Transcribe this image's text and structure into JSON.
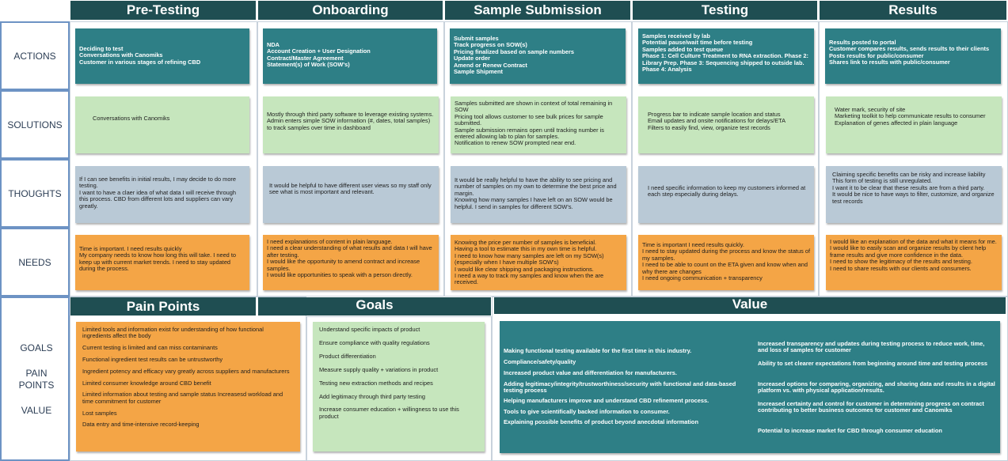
{
  "columns": [
    "Pre-Testing",
    "Onboarding",
    "Sample Submission",
    "Testing",
    "Results"
  ],
  "rows": [
    "ACTIONS",
    "SOLUTIONS",
    "THOUGHTS",
    "NEEDS"
  ],
  "cells": {
    "actions": [
      "Deciding to test\nConversations with Canomiks\nCustomer in various stages of refining CBD",
      "NDA\nAccount Creation + User Designation\nContract/Master Agreement\nStatement(s) of Work (SOW's)",
      "Submit samples\nTrack progress on SOW(s)\nPricing finalized based on sample numbers\nUpdate order\nAmend or Renew Contract\nSample Shipment",
      "Samples received by lab\nPotential pause/wait time before testing\nSamples added to test queue\nPhase 1: Cell Culture Treatment  to RNA extraction. Phase 2: Library Prep. Phase 3: Sequencing shipped to outside lab.\n Phase 4: Analysis",
      "Results posted to portal\nCustomer compares results, sends results to their clients\nPosts results for public/consumer\nShares link to results with public/consumer"
    ],
    "solutions": [
      "Conversations with Canomiks",
      "Mostly through third party software to leverage existing systems.\nAdmin enters simple SOW information (#, dates, total samples) to track samples over time in dashboard",
      "Samples submitted are shown in context of total remaining in SOW\nPricing tool allows customer to see bulk prices for sample submitted.\nSample submission remains open until tracking number is entered allowing lab to plan for samples.\nNotification to renew SOW prompted near end.",
      "Progress bar to indicate sample location and status\nEmail updates and onsite notifications for delays/ETA\nFilters to easily find, view, organize test records",
      "Water mark, security of site\nMarketing toolkit to help communicate results to consumer\nExplanation of genes affected in plain language"
    ],
    "thoughts": [
      "If I can see benefits in initial results,  I may decide to do more testing.\nI want to have a claer idea of what data I will receive through this process. CBD from different lots and suppliers can vary greatly.",
      "It would be helpful to have different user views so my staff only see what is most important and relevant.",
      "It would be really helpful to have the ability to see pricing and number of samples on my own to determine the best price and margin.\nKnowing how many samples I have left on an SOW would be helpful. I send in samples for different SOW's.",
      "I need specific information to keep my customers informed at each step especially during delays.",
      "Claiming specific benefits can be risky and increase liability\nThis form of testing is still unregulated.\nI want it to be clear that these results are from a third party.\nIt would be nice to have ways to filter, customize, and organize test records"
    ],
    "needs": [
      "Time is important. I need results quickly\nMy company needs to know how long this will take. I need to keep up with current market trends. I need to stay updated during the process.",
      "I need explanations of content in plain language.\nI need a clear understanding of what results and data I will have after testing.\nI would like the opportunity to amend contract and increase samples.\nI would like opportunities to speak with a person directly.",
      "Knowing the price per number of samples is beneficial.\nHaving a tool to estimate this in my own time is helpful.\nI need to know how many samples are left on my SOW(s) (especially when I have multiple SOW's)\nI would like clear shipping and packaging instructions.\nI need a way to track my samples and know when the are received.",
      "Time is important I need results quickly.\nI need to stay updated during the process and know the status of my samples.\nI need to be able to count on the ETA given and know when and why there are changes\nI need ongoing communication + transparency",
      "I would like an explanation of the data and what it means for me.\nI would like to easily scan and organize results by client help frame results and give more confidence in the data.\nI need to show the legitimacy of the results and testing.\nI need to share results with our clients and consumers."
    ]
  },
  "bottom": {
    "labels": [
      "GOALS",
      "PAIN POINTS",
      "VALUE"
    ],
    "pain_points": {
      "title": "Pain Points",
      "items": [
        "Limited tools and information exist  for understanding of how functional ingredients affect the body",
        "Current testing is limited and can miss contaminants",
        "Functional ingredient test results can be untrustworthy",
        "Ingredient potency and efficacy vary greatly across suppliers and manufacturers",
        "Limited consumer knowledge around CBD benefit",
        "Limited information about testing and sample status Increasesd workload and time commitment for customer",
        "Lost samples",
        "Data entry and time-intensive record-keeping"
      ]
    },
    "goals": {
      "title": "Goals",
      "items": [
        "Understand specific impacts of product",
        "Ensure compliance with quality regulations",
        "Product differentiation",
        "Measure supply quality + variations in product",
        "Testing new extraction methods and recipes",
        "Add legitimacy through third party testing",
        "Increase consumer education + willingness to use this product"
      ]
    },
    "value": {
      "title": "Value",
      "left": [
        "Making functional testing available for the first time in this industry.",
        "Compliance/safety/quality",
        "Increased product value and differentiation for manufacturers.",
        "Adding legitimacy/integrity/trustworthiness/security with functional and data-based testing process",
        "Helping manufacturers improve and understand CBD refinement process.",
        "Tools to give scientifically backed information to consumer.",
        "Explaining possible benefits of product beyond anecdotal information"
      ],
      "right": [
        "Increased transparency and updates during testing process to reduce work, time, and loss of samples for customer",
        "Ability to set clearer expectations from beginning around time and testing process",
        "Increased options for comparing, organizing, and sharing data and results in a digital platform vs. with physical application/results.",
        "Increased certainty and control for customer in determining progress on contract contributing to better business outcomes for customer and Canomiks",
        "Potential to increase market for CBD through consumer education"
      ]
    }
  },
  "colors": {
    "header": "#1f4e52",
    "actions": "#2e7f86",
    "solutions": "#c6e6bd",
    "thoughts": "#b9c9d6",
    "needs": "#f4a546",
    "row_border": "#6d93c4"
  }
}
